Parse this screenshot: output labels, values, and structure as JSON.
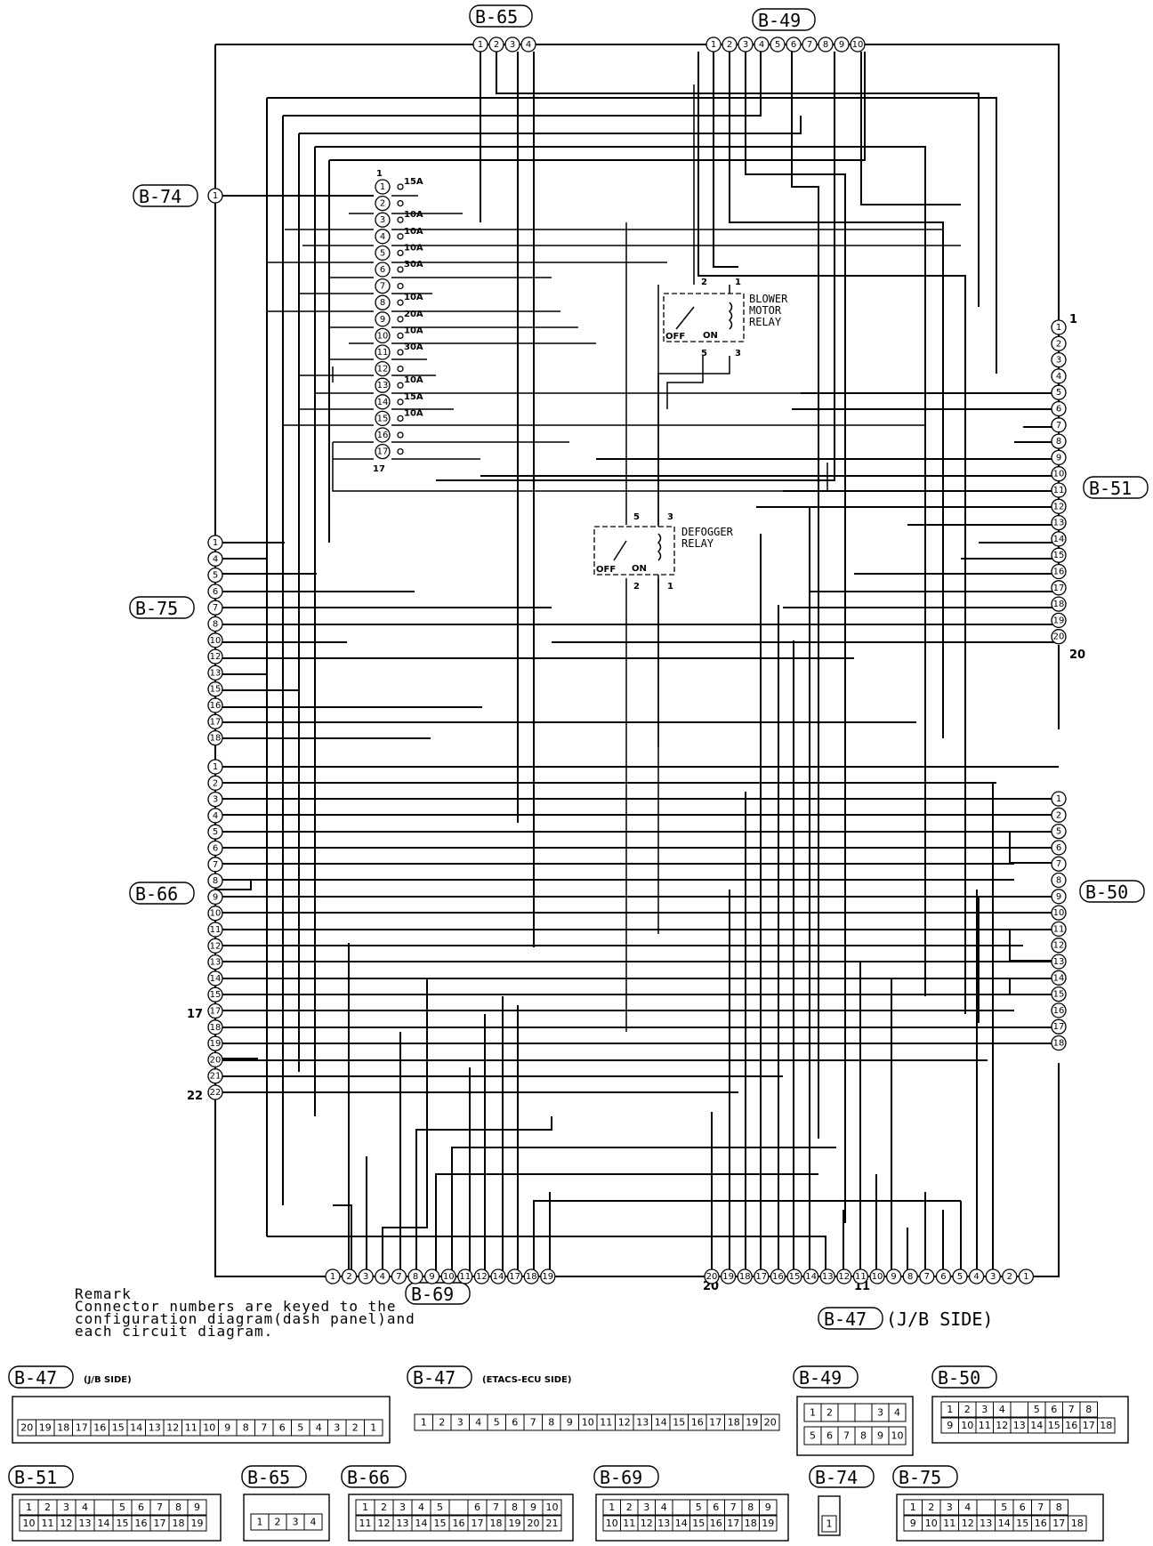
{
  "connectors": {
    "b65": "B-65",
    "b49": "B-49",
    "b74": "B-74",
    "b75": "B-75",
    "b66": "B-66",
    "b69": "B-69",
    "b51": "B-51",
    "b50": "B-50",
    "b47": "B-47"
  },
  "jb_side_note": "(J/B SIDE)",
  "etacs_side_note": "(ETACS-ECU SIDE)",
  "relays": {
    "blower": [
      "BLOWER",
      "MOTOR",
      "RELAY"
    ],
    "defogger": [
      "DEFOGGER",
      "RELAY"
    ],
    "off": "OFF",
    "on": "ON"
  },
  "fuses": {
    "top_label": "1",
    "bottom_label": "17",
    "ratings": [
      "15A",
      "",
      "10A",
      "10A",
      "10A",
      "30A",
      "",
      "10A",
      "20A",
      "10A",
      "30A",
      "",
      "10A",
      "15A",
      "10A",
      "",
      ""
    ]
  },
  "pin_end_labels": {
    "b51_top": "1",
    "b51_bottom": "20",
    "b66_17": "17",
    "b66_22": "22",
    "b47_20": "20",
    "b47_11": "11"
  },
  "remark": {
    "title": "Remark",
    "lines": [
      "Connector numbers are keyed to the",
      "configuration diagram(dash panel)and",
      "each circuit diagram."
    ]
  }
}
